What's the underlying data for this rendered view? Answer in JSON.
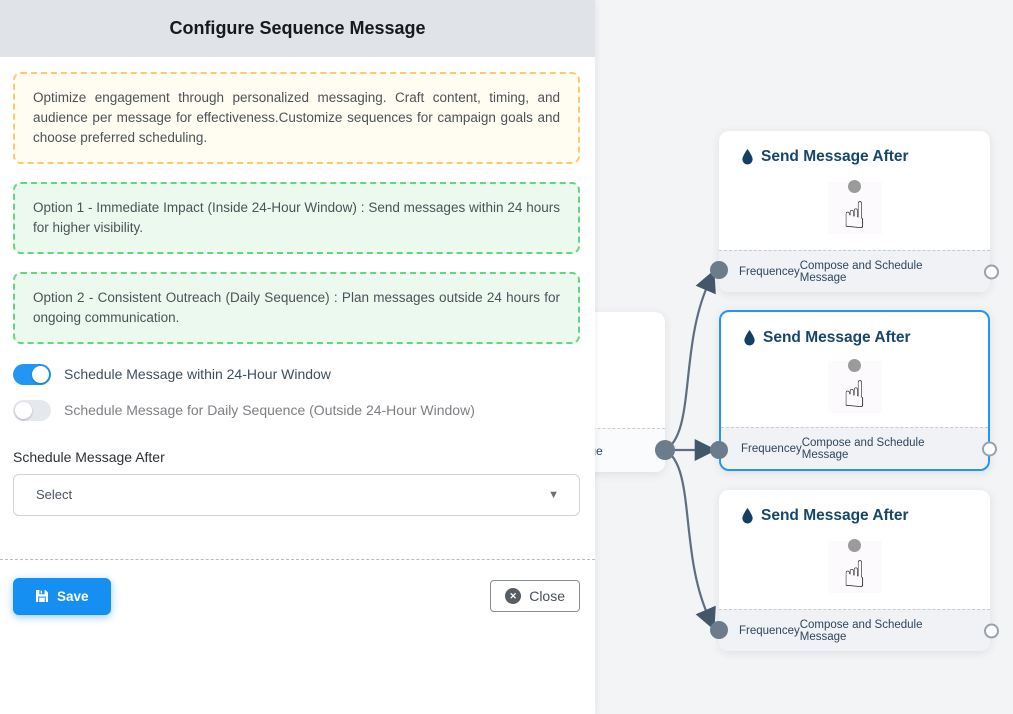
{
  "panel": {
    "title": "Configure Sequence Message",
    "info_note": "Optimize engagement through personalized messaging. Craft content, timing, and audience per message for effectiveness.Customize sequences for campaign goals and choose preferred scheduling.",
    "option1_note": "Option 1 - Immediate Impact (Inside 24-Hour Window) : Send messages within 24 hours for higher visibility.",
    "option2_note": "Option 2 - Consistent Outreach (Daily Sequence) : Plan messages outside 24 hours for ongoing communication.",
    "toggles": [
      {
        "label": "Schedule Message within 24-Hour Window",
        "state": "on"
      },
      {
        "label": "Schedule Message for Daily Sequence (Outside 24-Hour Window)",
        "state": "off"
      }
    ],
    "select_label": "Schedule Message After",
    "select_value": "Select",
    "save_label": "Save",
    "close_label": "Close"
  },
  "flow": {
    "partial_footer": "ce Message",
    "nodes": [
      {
        "title": "Send Message After",
        "left_label": "Frequencey",
        "right_label": "Compose and Schedule Message",
        "selected": false
      },
      {
        "title": "Send Message After",
        "left_label": "Frequencey",
        "right_label": "Compose and Schedule Message",
        "selected": true
      },
      {
        "title": "Send Message After",
        "left_label": "Frequencey",
        "right_label": "Compose and Schedule Message",
        "selected": false
      }
    ]
  },
  "icons": {
    "save": "floppy-disk",
    "close": "x-circle",
    "node_title": "water-droplet",
    "node_body": "hand-pointer",
    "select": "chevron-down"
  },
  "colors": {
    "accent_blue": "#1590f2",
    "toggle_on": "#2196f3",
    "selected_node_border": "#2196f3",
    "edge": "#5c6e80",
    "yellow_note_border": "#fdc96d",
    "green_note_border": "#63d77e",
    "header_bg": "#e0e3e8",
    "canvas_bg": "#f3f4f6"
  }
}
